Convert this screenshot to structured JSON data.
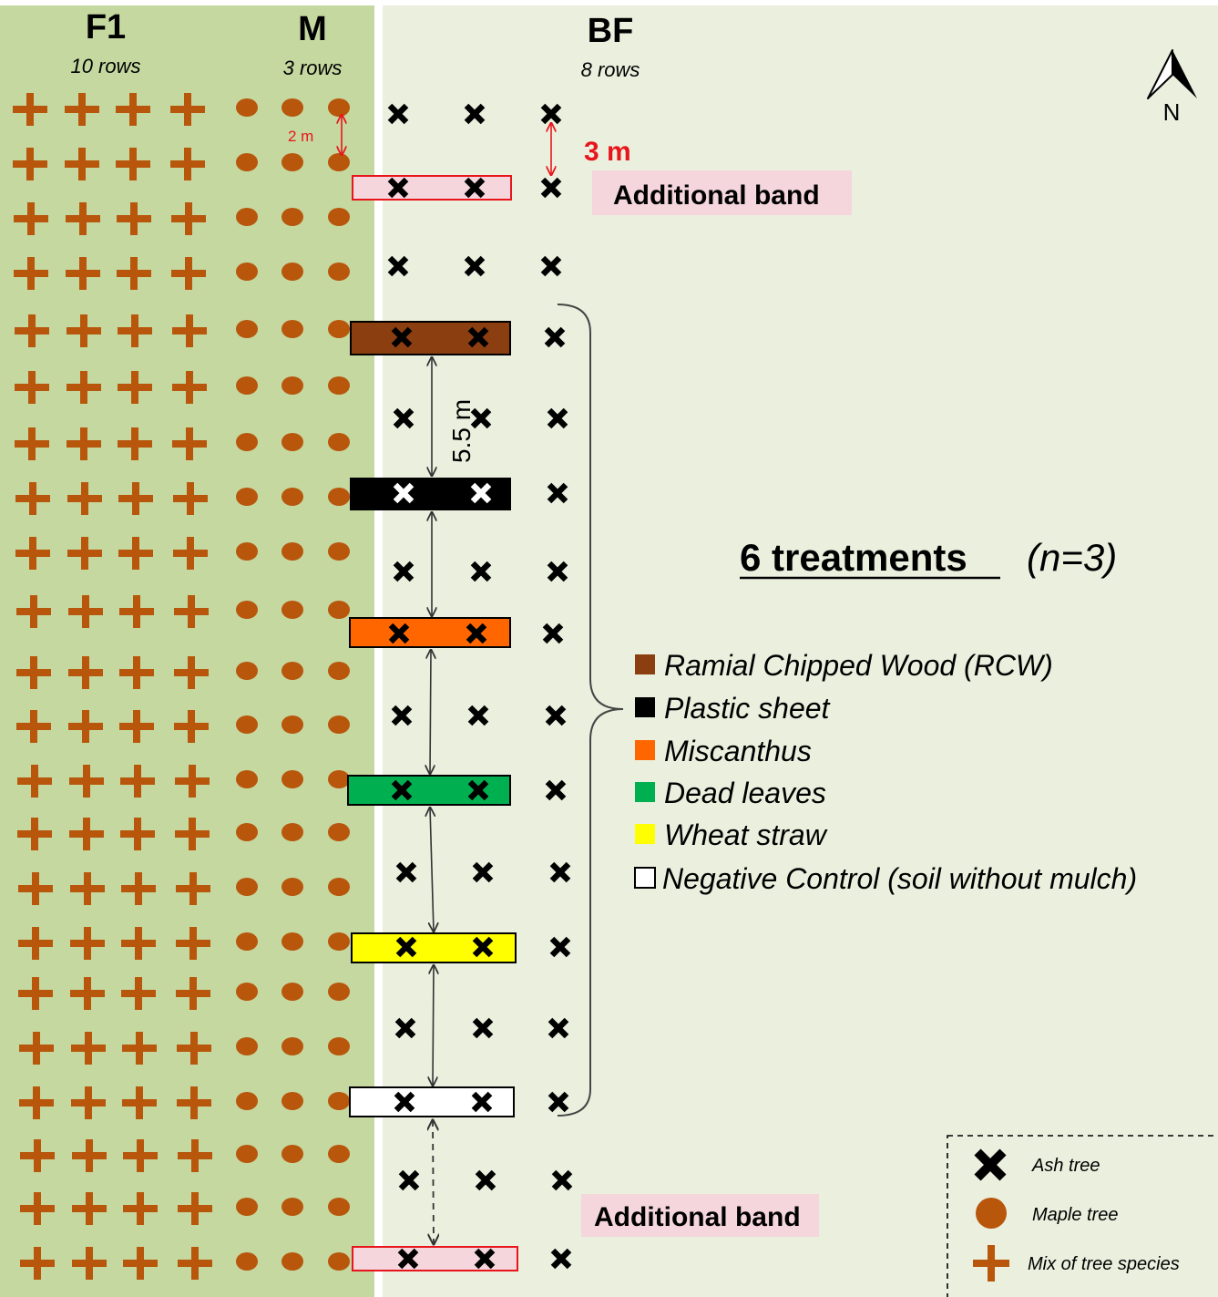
{
  "sections": {
    "f1": {
      "title": "F1",
      "subtitle": "10 rows"
    },
    "m": {
      "title": "M",
      "subtitle": "3 rows"
    },
    "bf": {
      "title": "BF",
      "subtitle": "8 rows"
    }
  },
  "north": "N",
  "measures": {
    "maple_spacing": "2 m",
    "ash_spacing": "3 m",
    "band_spacing": "5.5 m"
  },
  "additional_band_top": "Additional band",
  "additional_band_bottom": "Additional band",
  "treatments_title": "6 treatments",
  "treatments_n": "(n=3)",
  "treatments": [
    {
      "label": "Ramial Chipped Wood (RCW)",
      "color": "#8B3E0F"
    },
    {
      "label": "Plastic sheet",
      "color": "#000000"
    },
    {
      "label": "Miscanthus",
      "color": "#FF6600"
    },
    {
      "label": "Dead leaves",
      "color": "#00B050"
    },
    {
      "label": "Wheat straw",
      "color": "#FFFF00"
    },
    {
      "label": "Negative Control (soil without mulch)",
      "color": "#FFFFFF"
    }
  ],
  "key": [
    {
      "label": "Ash tree",
      "icon": "ash-tree-icon"
    },
    {
      "label": "Maple tree",
      "icon": "maple-tree-icon"
    },
    {
      "label": "Mix of tree species",
      "icon": "mixed-species-icon"
    }
  ],
  "colors": {
    "f1_background": "#C5D8A0",
    "bf_background": "#EBEFDE",
    "tree": "#B8560C",
    "additional_band": "#F4D6DC",
    "accent_red": "#E8161C"
  }
}
